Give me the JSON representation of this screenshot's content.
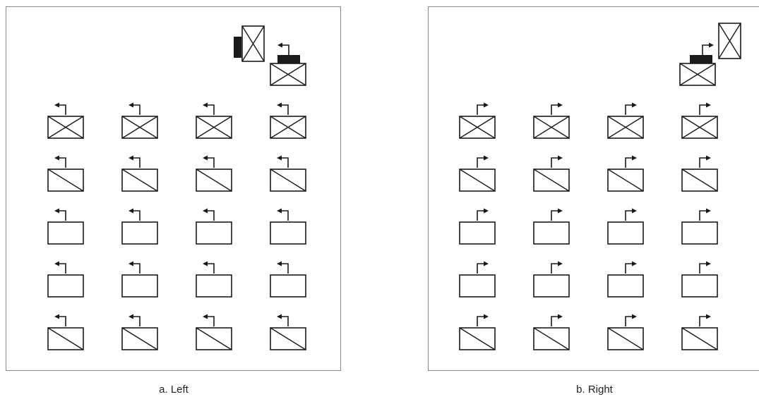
{
  "panels": [
    {
      "id": "left",
      "caption": "a. Left",
      "arrow_direction": "left",
      "top_units": [
        {
          "desk": "cross",
          "rotated": true,
          "chair": "left"
        },
        {
          "desk": "cross",
          "rotated": false,
          "chair": "top"
        }
      ],
      "grid": {
        "columns": 4,
        "rows": [
          {
            "desk": "cross"
          },
          {
            "desk": "diagonal"
          },
          {
            "desk": "plain"
          },
          {
            "desk": "plain"
          },
          {
            "desk": "diagonal"
          }
        ]
      }
    },
    {
      "id": "right",
      "caption": "b. Right",
      "arrow_direction": "right",
      "top_units": [
        {
          "desk": "cross",
          "rotated": true,
          "chair": "none"
        },
        {
          "desk": "cross",
          "rotated": false,
          "chair": "top"
        }
      ],
      "grid": {
        "columns": 4,
        "rows": [
          {
            "desk": "cross"
          },
          {
            "desk": "diagonal"
          },
          {
            "desk": "plain"
          },
          {
            "desk": "plain"
          },
          {
            "desk": "diagonal"
          }
        ]
      }
    }
  ],
  "colors": {
    "stroke": "#1a1a1a",
    "frame": "#8a8a8a",
    "chair": "#1a1a1a"
  }
}
